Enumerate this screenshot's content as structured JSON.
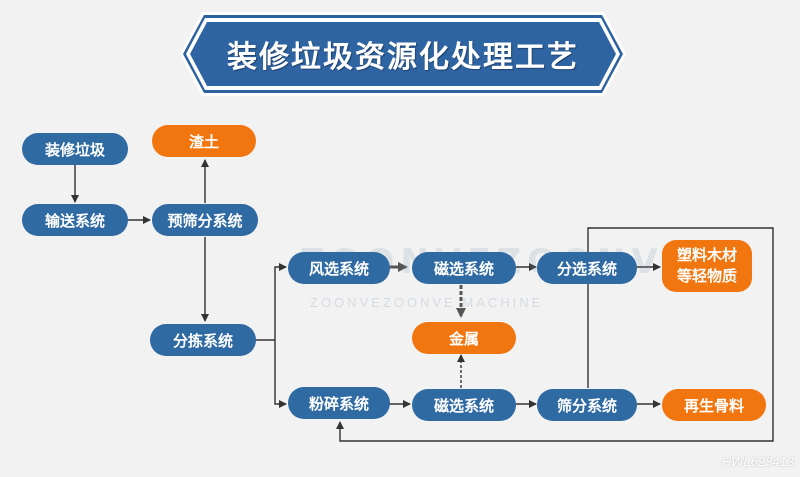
{
  "title": "装修垃圾资源化处理工艺",
  "nodes": {
    "raw_waste": "装修垃圾",
    "conveyor": "输送系统",
    "pre_screen": "预筛分系统",
    "soil": "渣土",
    "sorting": "分拣系统",
    "wind_select": "风选系统",
    "magnetic_1": "磁选系统",
    "sort_select": "分选系统",
    "light_line1": "塑料木材",
    "light_line2": "等轻物质",
    "metal": "金属",
    "crushing": "粉碎系统",
    "magnetic_2": "磁选系统",
    "screening": "筛分系统",
    "recycled": "再生骨料"
  },
  "watermark": {
    "main": "ZOONVEZOONVE",
    "sub": "ZOONVEZOONVE MACHINE"
  },
  "image_id": "HWL623413",
  "colors": {
    "blue": "#2f6aa3",
    "orange": "#f2760f",
    "line": "#333333",
    "gray_arrow": "#555555"
  }
}
